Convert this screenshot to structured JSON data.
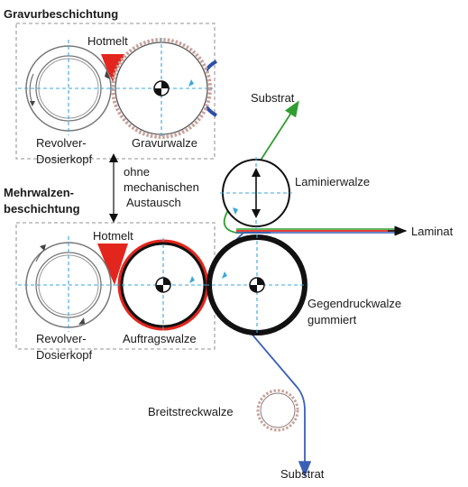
{
  "sections": {
    "top_title": "Gravurbeschichtung",
    "bottom_title_line1": "Mehrwalzen-",
    "bottom_title_line2": "beschichtung"
  },
  "labels": {
    "hotmelt_top": "Hotmelt",
    "hotmelt_bottom": "Hotmelt",
    "revolver_top_1": "Revolver-",
    "revolver_top_2": "Dosierkopf",
    "revolver_bottom_1": "Revolver-",
    "revolver_bottom_2": "Dosierkopf",
    "gravurwalze": "Gravurwalze",
    "auftragswalze": "Auftragswalze",
    "exchange_1": "ohne",
    "exchange_2": "mechanischen",
    "exchange_3": "Austausch",
    "substrat_top": "Substrat",
    "substrat_bottom": "Substrat",
    "laminierwalze": "Laminierwalze",
    "laminat": "Laminat",
    "gegendruck_1": "Gegendruckwalze",
    "gegendruck_2": "gummiert",
    "breitstreck": "Breitstreckwalze"
  },
  "colors": {
    "hotmelt": "#e3261d",
    "substrat_top": "#2e9e2e",
    "substrat_bottom": "#3a5fb5",
    "axis": "#39a7dc",
    "roll_outline": "#555555",
    "dashed_box": "#a8a8a8"
  }
}
